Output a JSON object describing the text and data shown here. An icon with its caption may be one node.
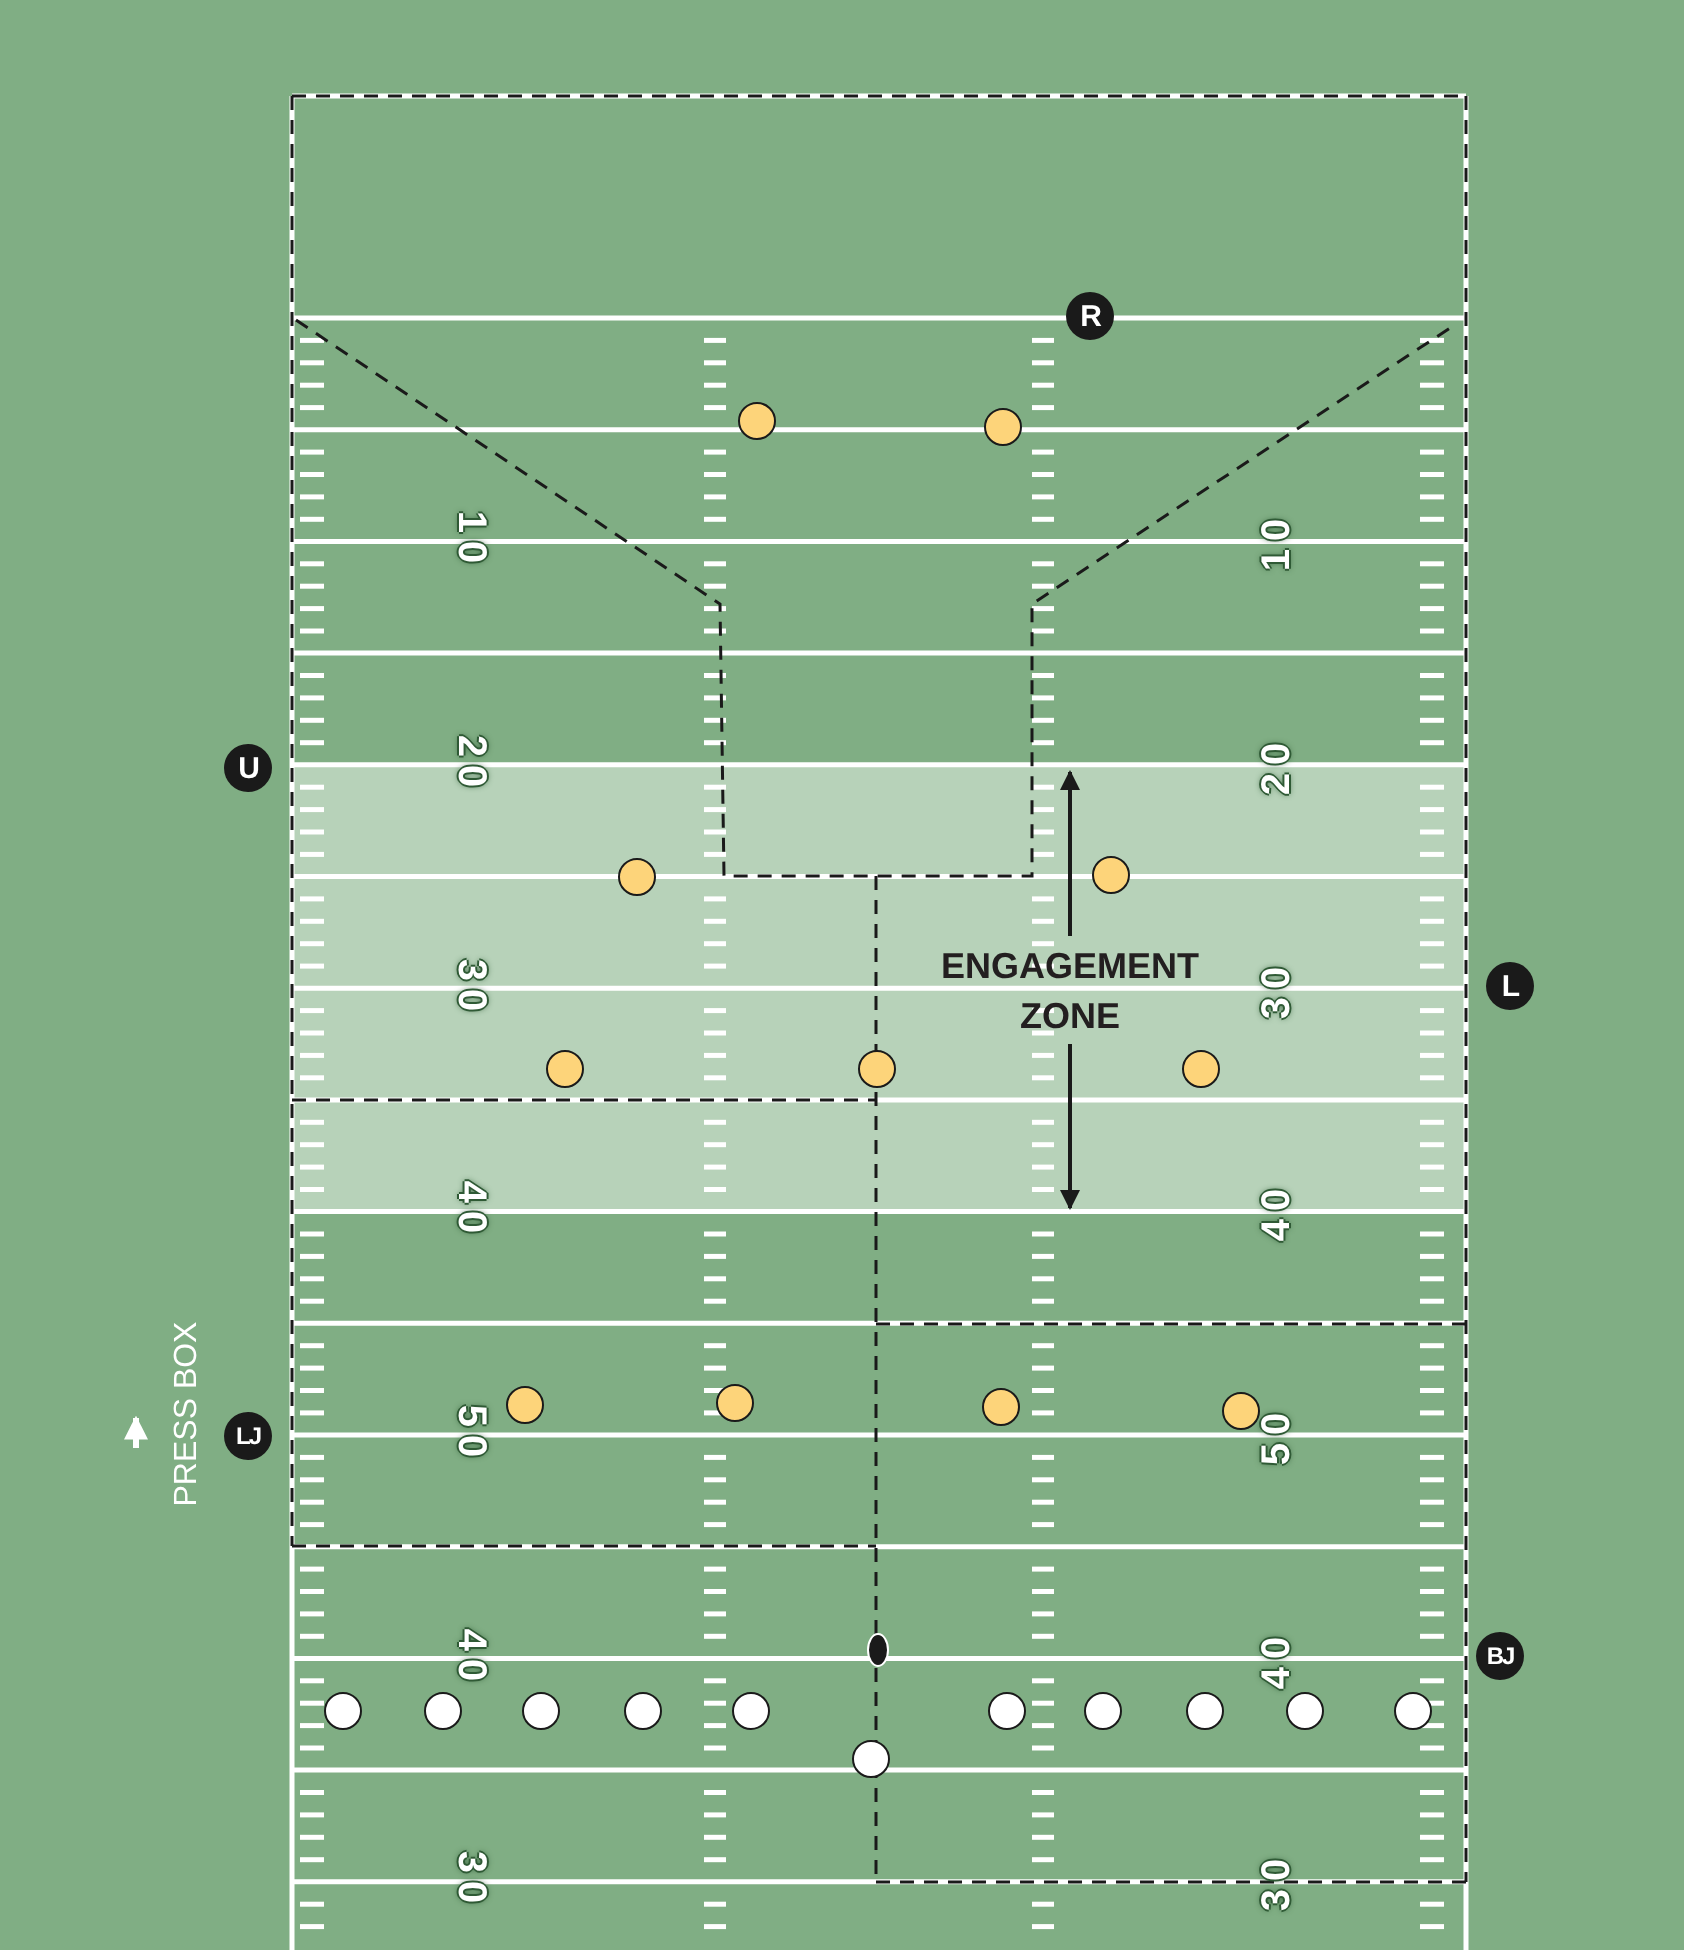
{
  "diagram": {
    "nodes": [
      {
        "text": [
          "R"
        ]
      },
      {
        "text": [
          "U"
        ]
      },
      {
        "text": [
          "L"
        ]
      },
      {
        "text": [
          "LJ"
        ]
      },
      {
        "text": [
          "BJ"
        ]
      },
      {
        "text": [],
        "shape": "circle"
      },
      {
        "text": [],
        "shape": "circle"
      },
      {
        "text": [],
        "shape": "circle"
      },
      {
        "text": [],
        "shape": "circle"
      },
      {
        "text": [],
        "shape": "circle"
      },
      {
        "text": [],
        "shape": "circle"
      },
      {
        "text": [],
        "shape": "circle"
      },
      {
        "text": [],
        "shape": "circle"
      },
      {
        "text": [],
        "shape": "circle"
      },
      {
        "text": [],
        "shape": "circle"
      },
      {
        "text": [],
        "shape": "circle"
      },
      {
        "text": [],
        "shape": "circle"
      },
      {
        "text": [],
        "shape": "circle"
      },
      {
        "text": [],
        "shape": "circle"
      },
      {
        "text": [],
        "shape": "circle"
      },
      {
        "text": [],
        "shape": "circle"
      },
      {
        "text": [],
        "shape": "circle"
      },
      {
        "text": [],
        "shape": "circle"
      },
      {
        "text": [],
        "shape": "circle"
      },
      {
        "text": [],
        "shape": "circle"
      },
      {
        "text": [],
        "shape": "circle"
      },
      {
        "text": [],
        "shape": "circle"
      }
    ],
    "labels": [
      "10",
      "10",
      "20",
      "20",
      "30",
      "30",
      "40",
      "40",
      "50",
      "50",
      "40",
      "40",
      "30",
      "30",
      "ENGAGEMENT ZONE",
      "PRESS BOX"
    ]
  }
}
